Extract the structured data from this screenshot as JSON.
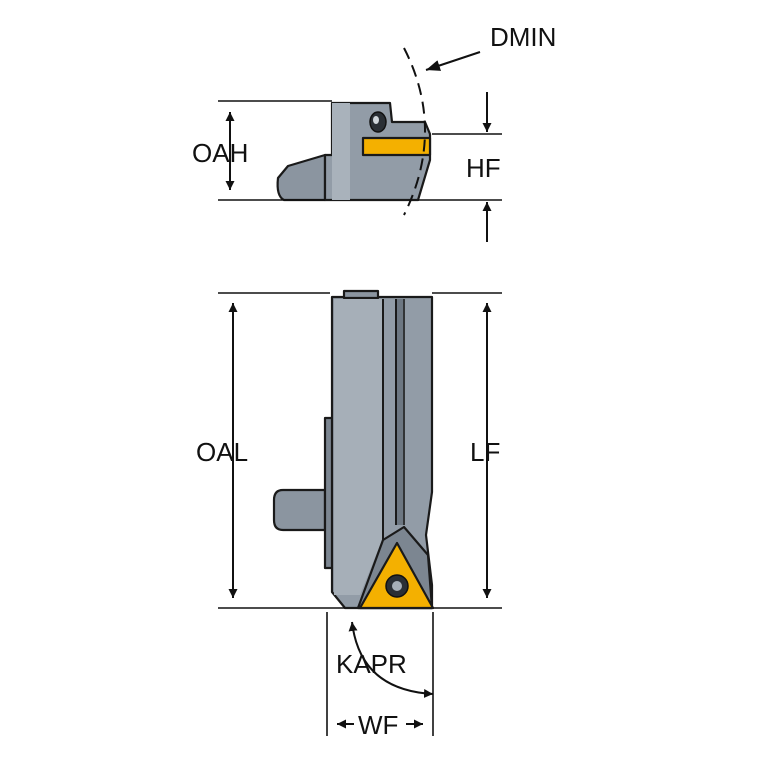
{
  "labels": {
    "dmin": "DMIN",
    "oah": "OAH",
    "hf": "HF",
    "oal": "OAL",
    "lf": "LF",
    "kapr": "KAPR",
    "wf": "WF"
  },
  "colors": {
    "body": "#909aa5",
    "body_light": "#aab3bc",
    "body_dark": "#6d7782",
    "insert": "#f4b000",
    "line": "#111111",
    "background": "#ffffff"
  }
}
